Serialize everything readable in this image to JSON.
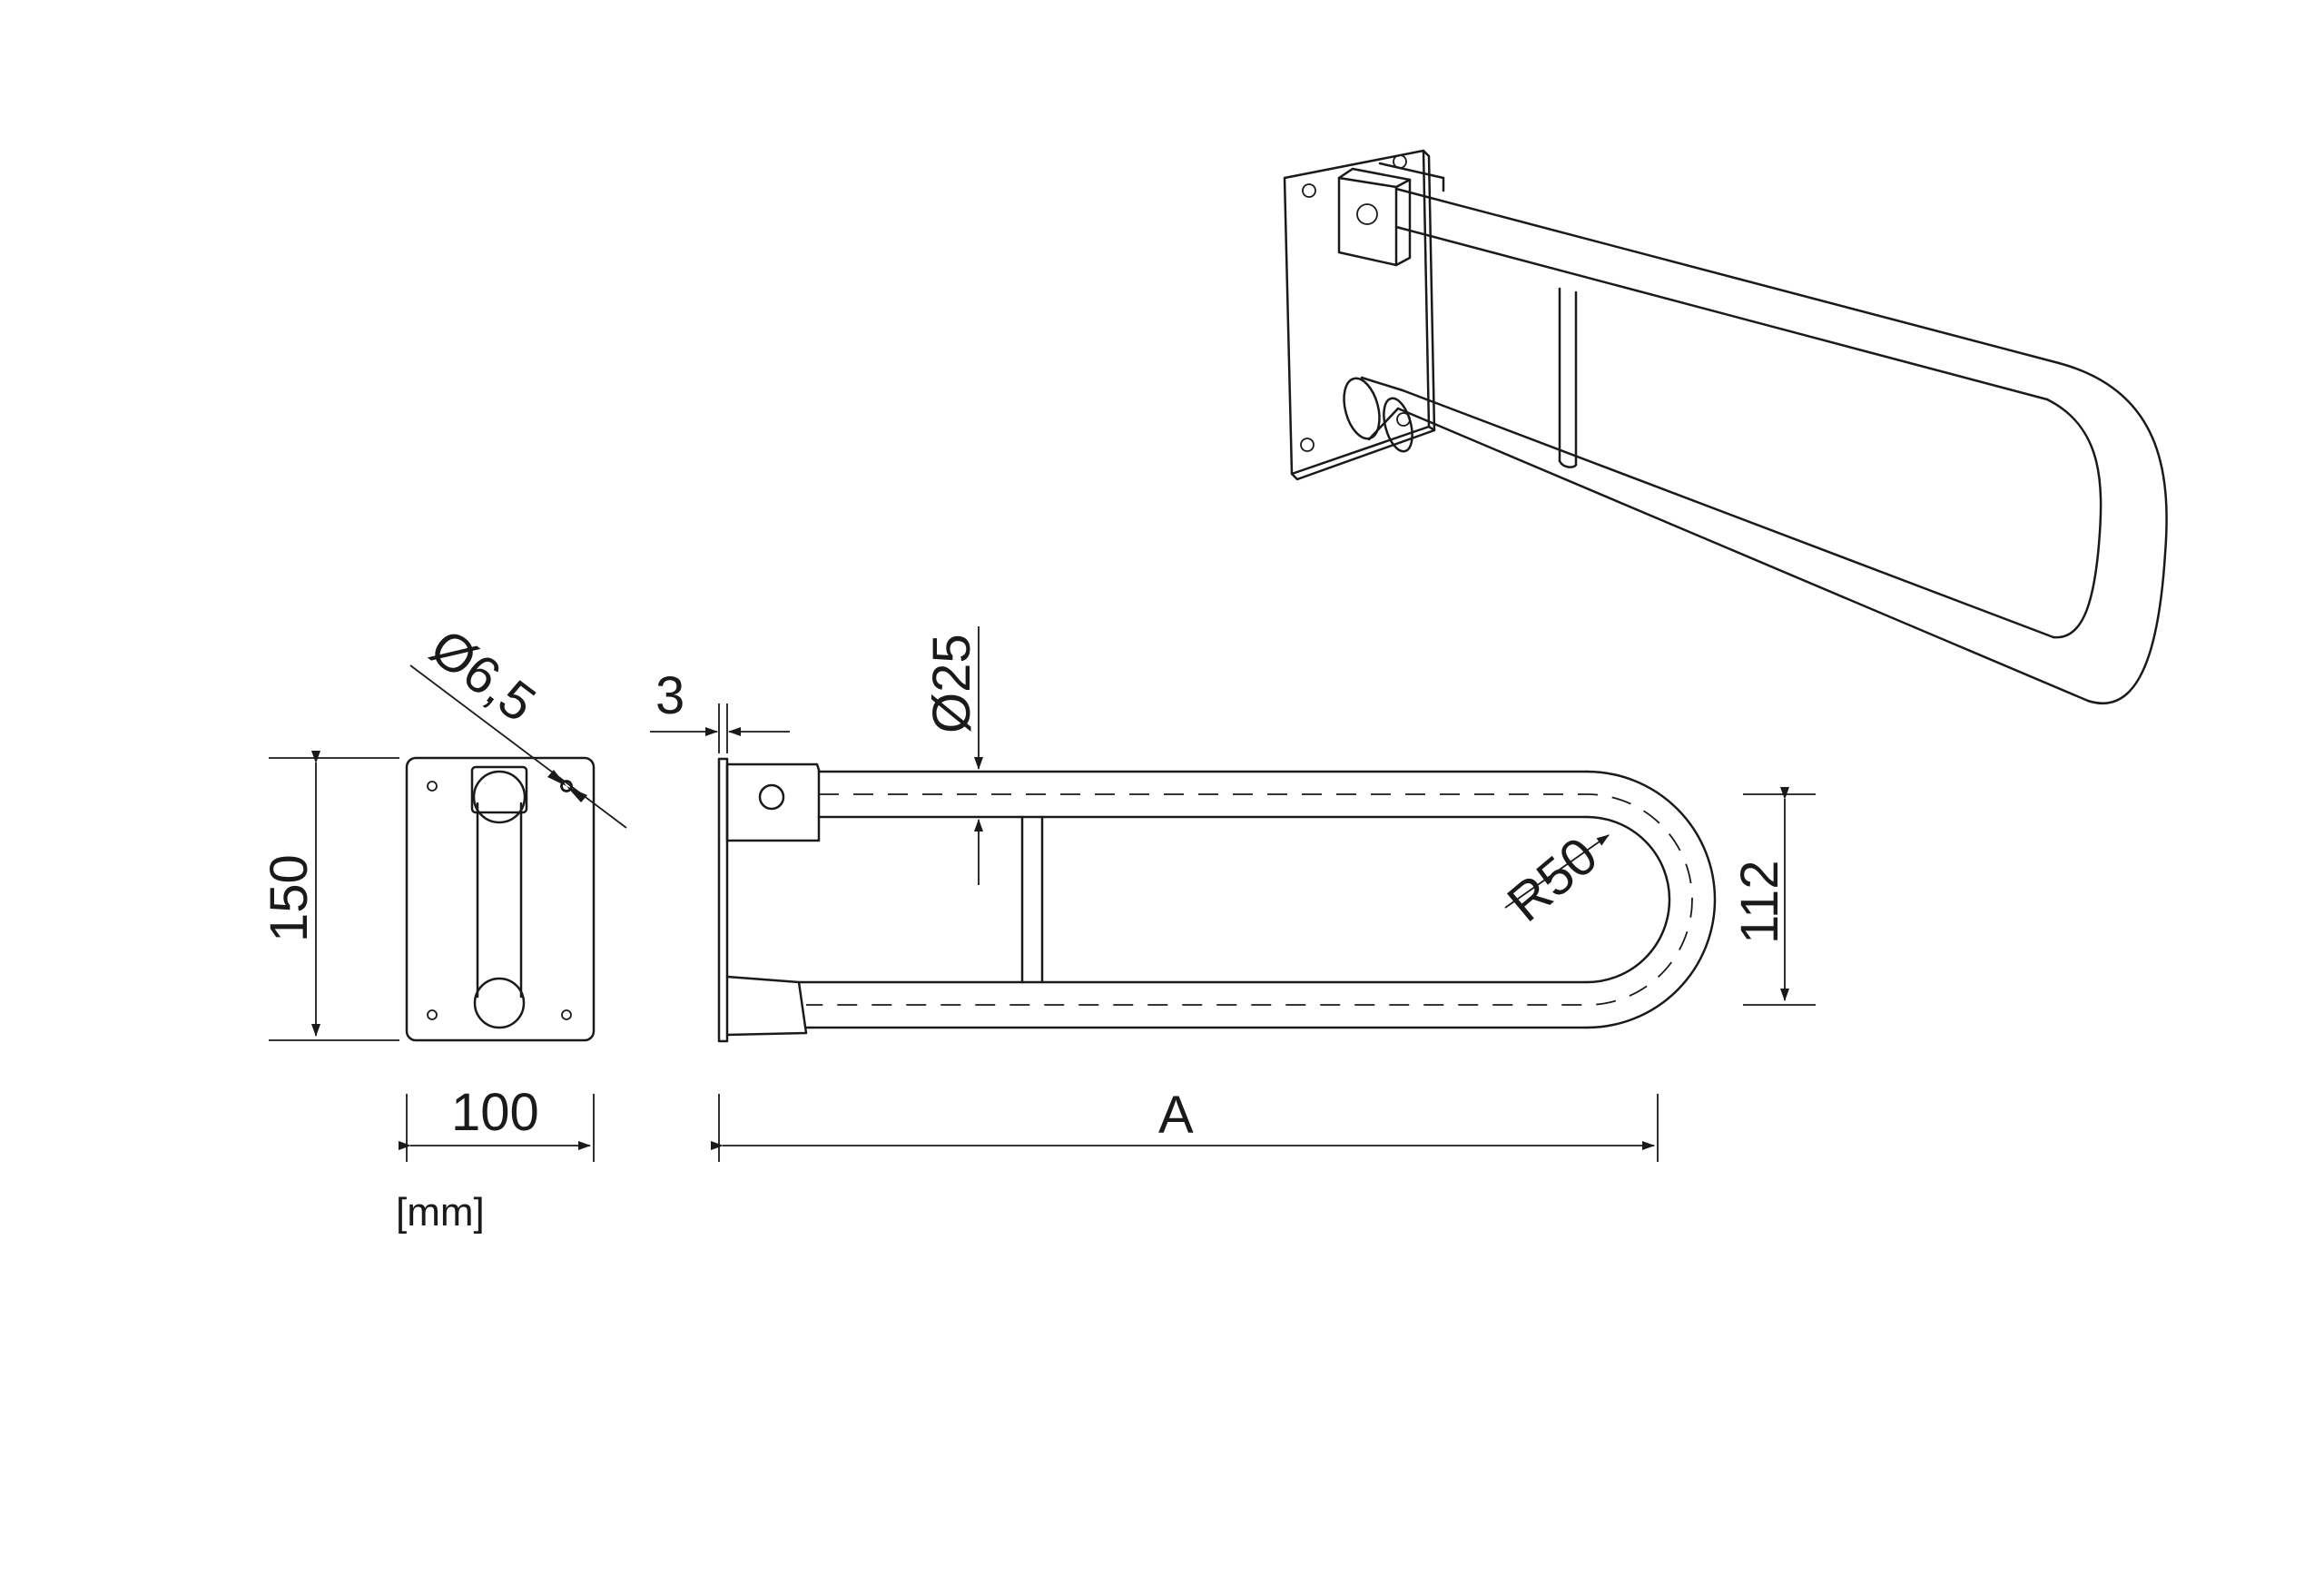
{
  "dimensions": {
    "hole_diameter": "Ø6,5",
    "plate_height": "150",
    "plate_width": "100",
    "plate_thickness": "3",
    "tube_diameter": "Ø25",
    "bend_radius": "R50",
    "bar_height": "112",
    "length": "A"
  },
  "units": "[mm]"
}
